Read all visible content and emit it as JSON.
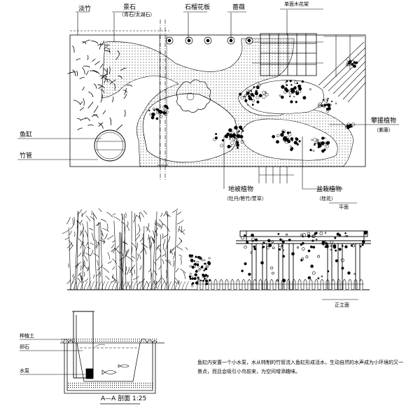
{
  "plan": {
    "title": "平面",
    "labels": {
      "bamboo": "淡竹",
      "stone": "景石",
      "stone_note": "（青石/太湖石）",
      "paving": "石榴花板",
      "rose": "蔷薇",
      "trellis": "单面木花架",
      "climber": "攀援植物",
      "climber_note": "（紫藤）",
      "fish_tank": "鱼缸",
      "bamboo_pipe": "竹管",
      "groundcover": "地被植物",
      "groundcover_note": "（牡丹/箬竹/萱草）",
      "potted": "盆栽植物",
      "potted_note": "（桂花）"
    }
  },
  "elevation": {
    "title": "正立面"
  },
  "section": {
    "title": "A—A 剖面  1:25",
    "labels": {
      "soil": "种植土",
      "cobble": "卵石",
      "pump": "水泵"
    }
  },
  "note": "鱼缸内安置一个小水泵，水从特制的竹管流入鱼缸形成活水，生动自然的水声成为小环境的又一景点，而且会吸引小鸟前来，为空间增添趣味。"
}
